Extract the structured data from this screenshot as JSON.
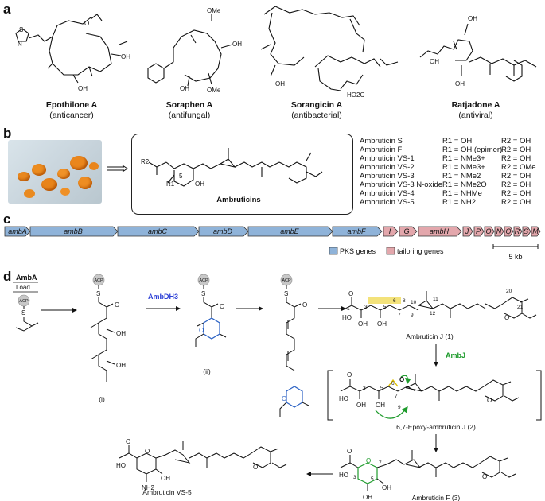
{
  "panel_a": {
    "letter": "a",
    "compounds": [
      {
        "name": "Epothilone A",
        "activity": "(anticancer)"
      },
      {
        "name": "Soraphen A",
        "activity": "(antifungal)"
      },
      {
        "name": "Sorangicin A",
        "activity": "(antibacterial)"
      },
      {
        "name": "Ratjadone A",
        "activity": "(antiviral)"
      }
    ],
    "atoms": {
      "s": "S",
      "n": "N",
      "o": "O",
      "oh": "OH",
      "ome": "OMe",
      "co2h": "HO2C"
    }
  },
  "panel_b": {
    "letter": "b",
    "core_label": "Ambruticins",
    "r1": "R1",
    "r2": "R2",
    "oh": "OH",
    "five": "5",
    "table": [
      {
        "name": "Ambruticin S",
        "r1": "R1 = OH",
        "r2": "R2 = OH"
      },
      {
        "name": "Ambruticin F",
        "r1": "R1 = OH (epimer)",
        "r2": "R2 = OH"
      },
      {
        "name": "Ambruticin VS-1",
        "r1": "R1 = NMe3+",
        "r2": "R2 = OH"
      },
      {
        "name": "Ambruticin VS-2",
        "r1": "R1 = NMe3+",
        "r2": "R2 = OMe"
      },
      {
        "name": "Ambruticin VS-3",
        "r1": "R1 = NMe2",
        "r2": "R2 = OH"
      },
      {
        "name": "Ambruticin VS-3 N-oxide",
        "r1": "R1 = NMe2O",
        "r2": "R2 = OH"
      },
      {
        "name": "Ambruticin VS-4",
        "r1": "R1 = NHMe",
        "r2": "R2 = OH"
      },
      {
        "name": "Ambruticin VS-5",
        "r1": "R1 = NH2",
        "r2": "R2 = OH"
      }
    ]
  },
  "panel_c": {
    "letter": "c",
    "pks_genes": [
      "ambA",
      "ambB",
      "ambC",
      "ambD",
      "ambE",
      "ambF"
    ],
    "tailoring_genes": [
      "I",
      "G",
      "ambH",
      "J",
      "P",
      "O",
      "N",
      "Q",
      "R",
      "S",
      "M"
    ],
    "legend_pks": "PKS genes",
    "legend_tailoring": "tailoring genes",
    "scale": "5 kb",
    "colors": {
      "pks": "#8fb3d9",
      "tailoring": "#e3a7ac"
    }
  },
  "panel_d": {
    "letter": "d",
    "load_enzyme": "AmbA",
    "load_label": "Load",
    "acp": "ACP",
    "s": "S",
    "enzyme_dh3": "AmbDH3",
    "enzyme_j": "AmbJ",
    "intermediate_i": "(i)",
    "intermediate_ii": "(ii)",
    "compound_1": "Ambruticin J (1)",
    "compound_2": "6,7-Epoxy-ambruticin J (2)",
    "compound_3": "Ambruticin F (3)",
    "compound_vs5": "Ambruticin VS-5",
    "atoms": {
      "ho": "HO",
      "oh": "OH",
      "o": "O",
      "nh2": "NH2"
    },
    "numbers": [
      "1",
      "3",
      "5",
      "6",
      "7",
      "8",
      "9",
      "10",
      "11",
      "12",
      "20",
      "21"
    ],
    "colors": {
      "dh3": "#2b3fd6",
      "ambj": "#1e9b2c",
      "pyran": "#2b62c4",
      "highlight": "#f3e27a"
    }
  }
}
